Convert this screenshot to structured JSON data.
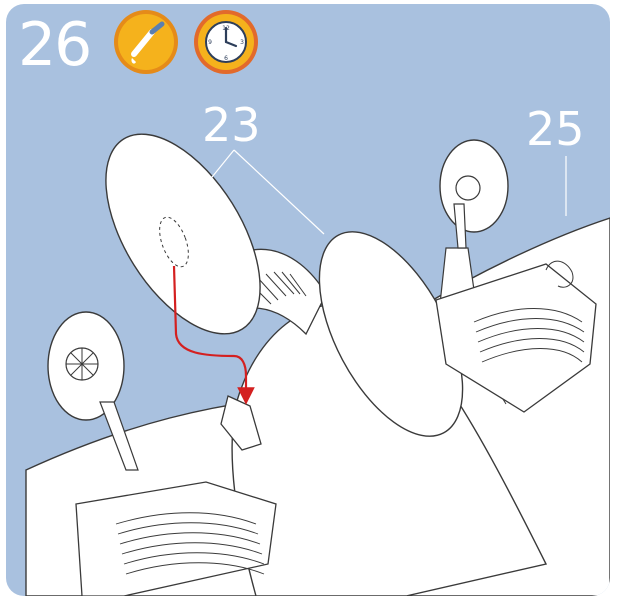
{
  "step": {
    "number": "26"
  },
  "badges": [
    {
      "name": "glue-icon",
      "accent": "#f5b21c",
      "ring": "#e58b19"
    },
    {
      "name": "clock-icon",
      "accent": "#f5b21c",
      "ring": "#e26a2b"
    }
  ],
  "callouts": {
    "left": "23",
    "right": "25"
  },
  "colors": {
    "background": "#a9c1df",
    "arrow": "#d42020",
    "outline": "#3a3a3a"
  }
}
